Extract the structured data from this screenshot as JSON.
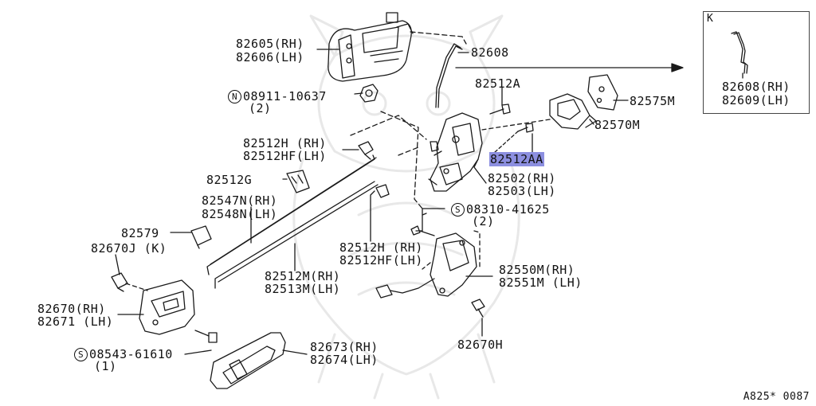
{
  "parts": {
    "outside_handle": [
      "82605(RH)",
      "82606(LH)"
    ],
    "rod_82608": "82608",
    "nut_symbol": "N",
    "nut": "08911-10637",
    "nut_qty": "(2)",
    "bolt_82512a": "82512A",
    "bracket_82575m": "82575M",
    "striker_82570m": "82570M",
    "clip_82512h_top": [
      "82512H (RH)",
      "82512HF(LH)"
    ],
    "screw_82512aa": "82512AA",
    "lock_82502": [
      "82502(RH)",
      "82503(LH)"
    ],
    "clip_82512g": "82512G",
    "rod_82547n": [
      "82547N(RH)",
      "82548N(LH)"
    ],
    "screw_symbol": "S",
    "screw_08310": "08310-41625",
    "screw_08310_qty": "(2)",
    "cap_82579": "82579",
    "grommet_82670j": "82670J (K)",
    "clip_82512h_bottom": [
      "82512H (RH)",
      "82512HF(LH)"
    ],
    "actuator_82550m": [
      "82550M(RH)",
      "82551M (LH)"
    ],
    "rod_82512m": [
      "82512M(RH)",
      "82513M(LH)"
    ],
    "inside_handle": [
      "82670(RH)",
      "82671 (LH)"
    ],
    "screw_08543": "08543-61610",
    "screw_08543_qty": "(1)",
    "bolt_82670h": "82670H",
    "escutcheon": [
      "82673(RH)",
      "82674(LH)"
    ]
  },
  "inset": {
    "key": "K",
    "labels": [
      "82608(RH)",
      "82609(LH)"
    ]
  },
  "figure_code": "A825* 0087",
  "highlight_color": "#8c8fe0"
}
